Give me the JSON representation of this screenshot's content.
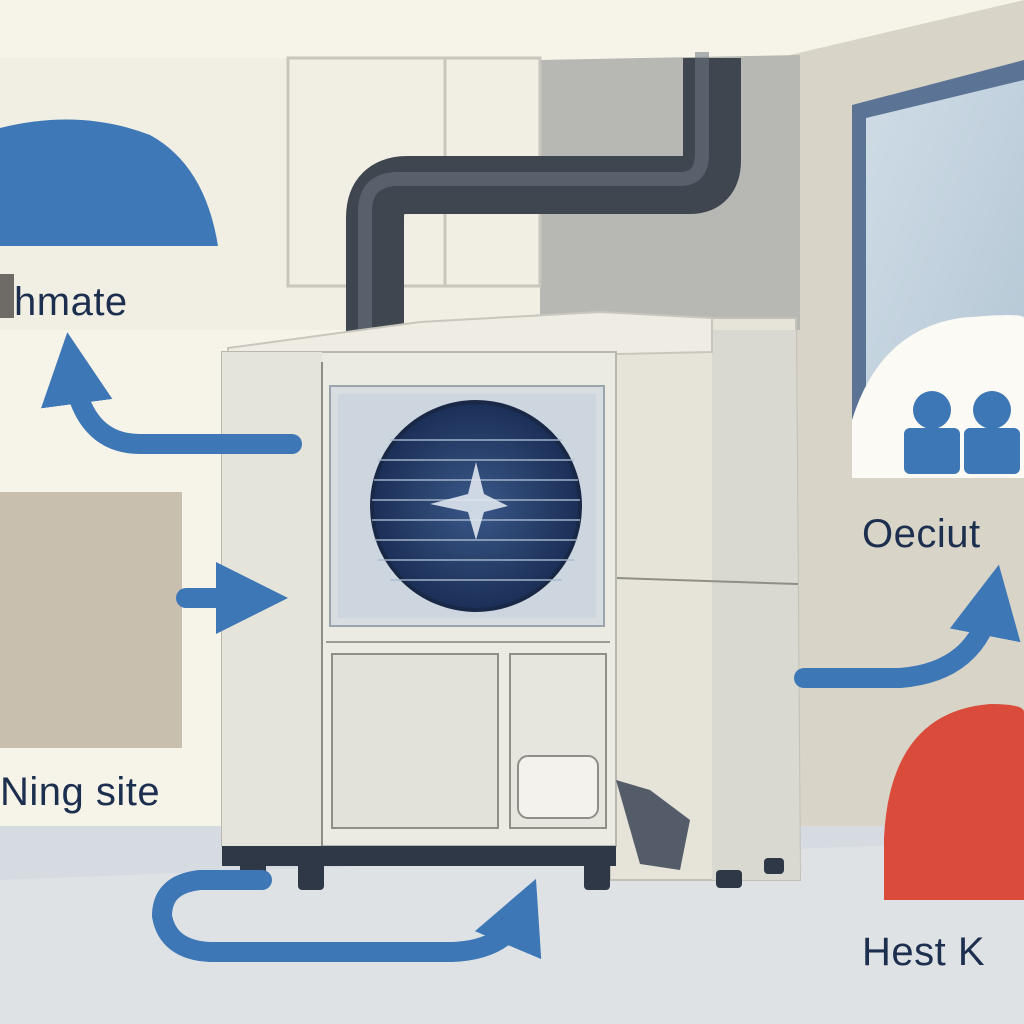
{
  "labels": {
    "top_left": "hmate",
    "bottom_left": "Ning site",
    "right": "Oeciut",
    "bottom_right": "Hest K"
  },
  "colors": {
    "accent_blue": "#3d77b6",
    "navy": "#1d2f4f",
    "accent_red": "#db4b3c",
    "paper": "#f6f3e8",
    "duct": "#4a5568",
    "unit_body": "#ecebe2"
  },
  "icons": {
    "people": "people-icon",
    "fan": "fan-icon",
    "arrows": "arrow-icon"
  }
}
